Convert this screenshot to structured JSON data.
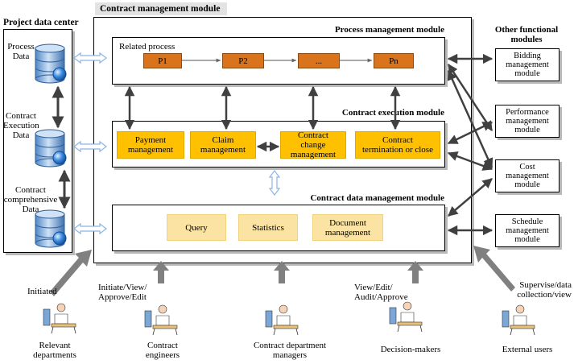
{
  "project_data_center": {
    "title": "Project data center",
    "items": [
      {
        "label_line1": "Process",
        "label_line2": "Data",
        "label_line3": ""
      },
      {
        "label_line1": "Contract",
        "label_line2": "Execution",
        "label_line3": "Data"
      },
      {
        "label_line1": "Contract",
        "label_line2": "comprehensive",
        "label_line3": "Data"
      }
    ]
  },
  "contract_module": {
    "title": "Contract management module",
    "process_module": {
      "title": "Process management module",
      "related_label": "Related process",
      "steps": [
        "P1",
        "P2",
        "...",
        "Pn"
      ]
    },
    "execution_module": {
      "title": "Contract execution module",
      "items": [
        {
          "line1": "Payment",
          "line2": "management",
          "line3": ""
        },
        {
          "line1": "Claim",
          "line2": "management",
          "line3": ""
        },
        {
          "line1": "Contract",
          "line2": "change",
          "line3": "management"
        },
        {
          "line1": "Contract",
          "line2": "termination or close",
          "line3": ""
        }
      ]
    },
    "data_module": {
      "title": "Contract data management module",
      "items": [
        {
          "line1": "Query",
          "line2": ""
        },
        {
          "line1": "Statistics",
          "line2": ""
        },
        {
          "line1": "Document",
          "line2": "management"
        }
      ]
    }
  },
  "other_modules": {
    "title_line1": "Other functional",
    "title_line2": "modules",
    "items": [
      {
        "line1": "Bidding",
        "line2": "management",
        "line3": "module"
      },
      {
        "line1": "Performance",
        "line2": "management",
        "line3": "module"
      },
      {
        "line1": "Cost",
        "line2": "management",
        "line3": "module"
      },
      {
        "line1": "Schedule",
        "line2": "management",
        "line3": "module"
      }
    ]
  },
  "users": [
    {
      "action_line1": "Initiated",
      "action_line2": "",
      "action_line3": "",
      "name_line1": "Relevant",
      "name_line2": "departments"
    },
    {
      "action_line1": "Initiate/View/",
      "action_line2": "Approve/Edit",
      "action_line3": "",
      "name_line1": "Contract",
      "name_line2": "engineers"
    },
    {
      "action_line1": "",
      "action_line2": "",
      "action_line3": "",
      "name_line1": "Contract department",
      "name_line2": "managers"
    },
    {
      "action_line1": "View/Edit/",
      "action_line2": "Audit/Approve",
      "action_line3": "",
      "name_line1": "Decision-makers",
      "name_line2": ""
    },
    {
      "action_line1": "Supervise/data",
      "action_line2": "collection/view",
      "action_line3": "",
      "name_line1": "External users",
      "name_line2": ""
    }
  ],
  "colors": {
    "process_step": "#d9731c",
    "execution_item": "#ffc000",
    "data_item": "#fbe3a4",
    "title_bar": "#e3e3e3",
    "arrow_dark": "#404040",
    "arrow_hollow": "#8eb4e3"
  }
}
